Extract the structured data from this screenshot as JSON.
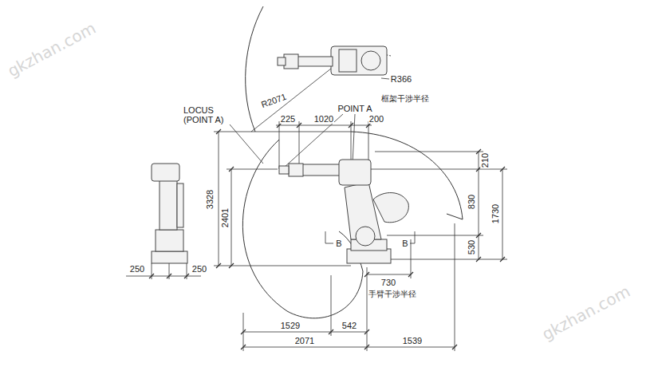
{
  "diagram": {
    "labels": [
      "gkzhan.com",
      "R366",
      "框架干涉半径",
      "R2071",
      "LOCUS (POINT A)",
      "POINT A",
      "225",
      "1020",
      "200",
      "210",
      "2401",
      "3328",
      "830",
      "1730",
      "530",
      "B",
      "B",
      "730",
      "手臂干涉半径",
      "250",
      "250",
      "1529",
      "542",
      "2071",
      "1539",
      "gkzhan.com"
    ]
  }
}
